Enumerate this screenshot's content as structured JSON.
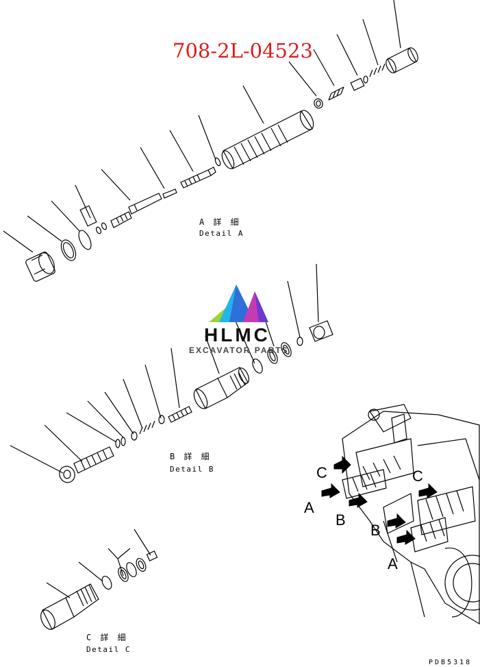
{
  "drawing": {
    "part_number": "708-2L-04523",
    "detail_a": {
      "jp": "A 詳 細",
      "en": "Detail A"
    },
    "detail_b": {
      "jp": "B 詳 細",
      "en": "Detail B"
    },
    "detail_c": {
      "jp": "C 詳 細",
      "en": "Detail C"
    },
    "drawing_code": "PDB5318",
    "callouts": [
      "A",
      "A",
      "B",
      "B",
      "C",
      "C"
    ]
  },
  "watermark": {
    "brand": "HLMC",
    "tagline": "EXCAVATOR PARTS",
    "colors": {
      "green": "#9ed23a",
      "cyan": "#23b4ea",
      "blue": "#2f6fd8",
      "magenta": "#c63bb3",
      "purple": "#6a3bd0"
    }
  }
}
